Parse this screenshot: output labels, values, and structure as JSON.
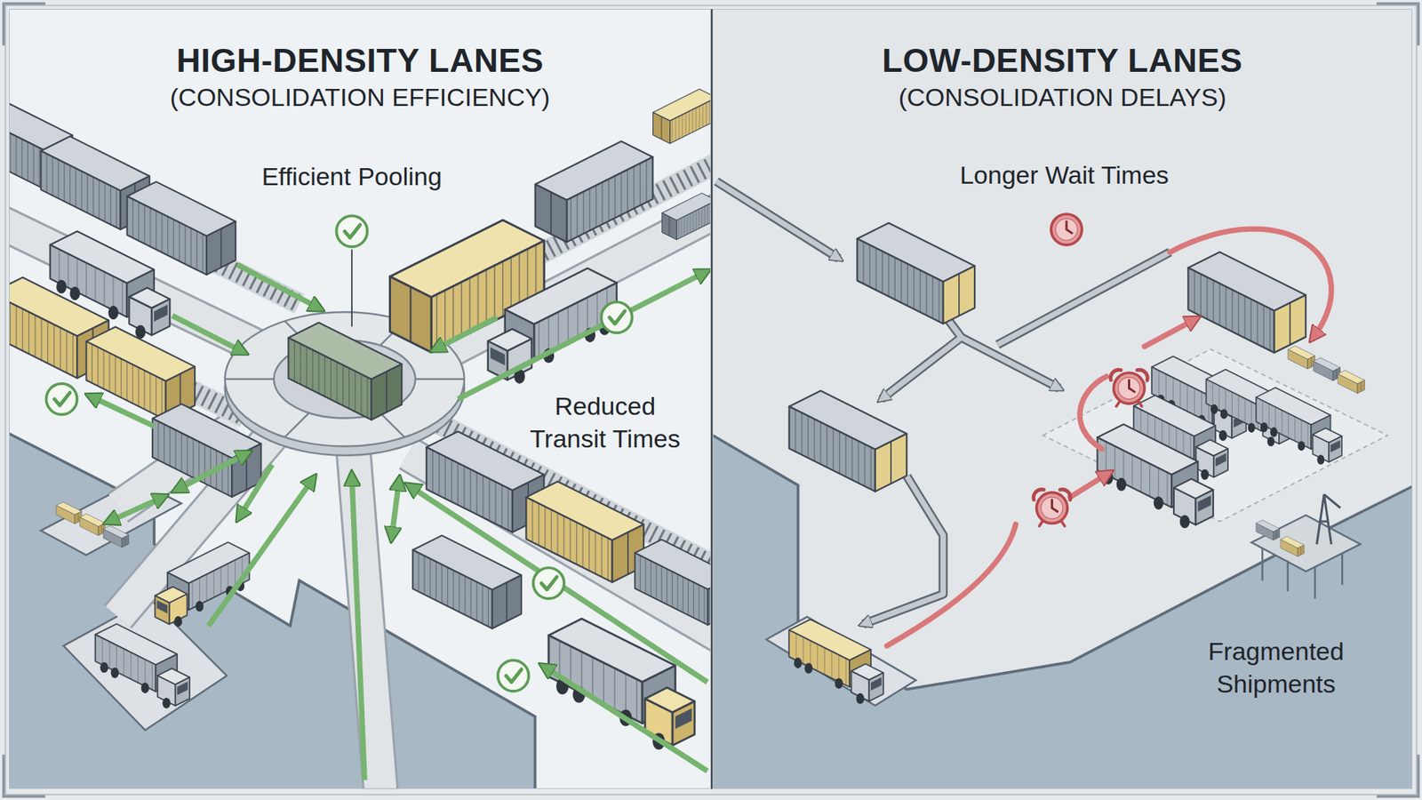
{
  "diagram": {
    "nodes": [
      {
        "text": [
          "HIGH-DENSITY LANES",
          "(CONSOLIDATION EFFICIENCY)"
        ]
      },
      {
        "text": [
          "LOW-DENSITY LANES",
          "(CONSOLIDATION DELAYS)"
        ]
      }
    ],
    "labels": [
      "Efficient Pooling",
      "Reduced Transit Times",
      "Longer Wait Times",
      "Fragmented Shipments"
    ]
  }
}
